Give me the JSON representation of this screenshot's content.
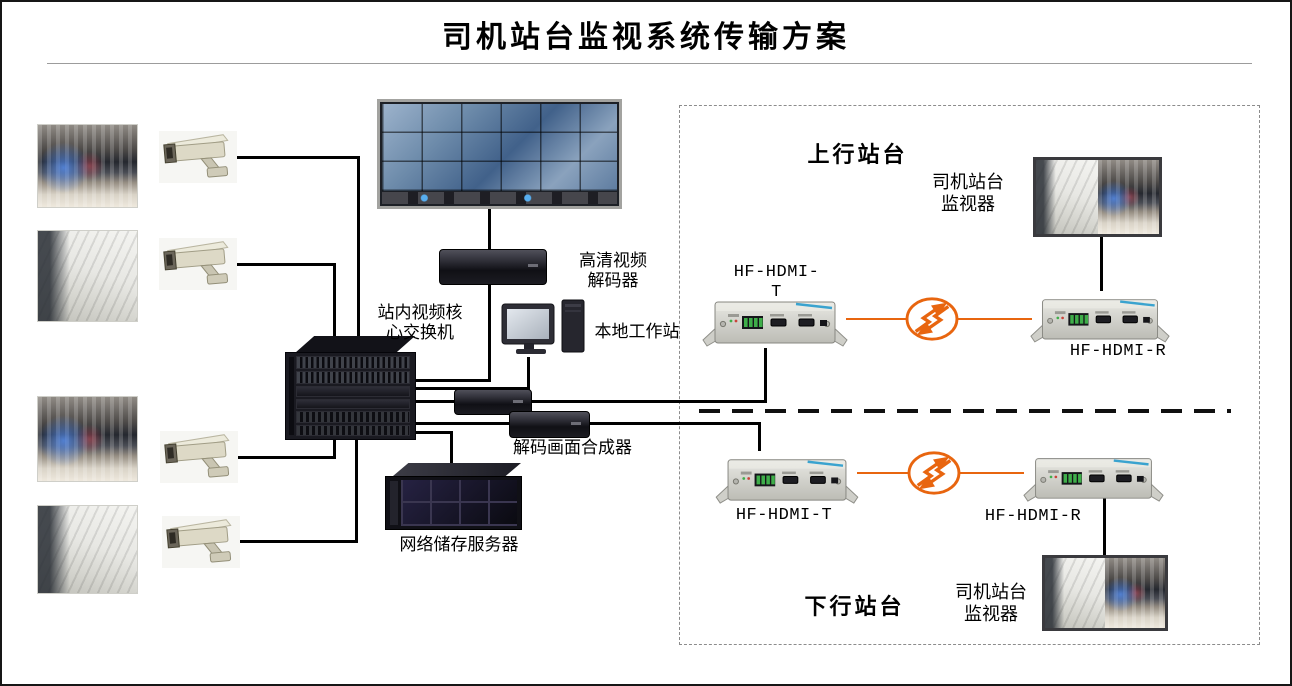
{
  "title": "司机站台监视系统传输方案",
  "station_core": {
    "decoder_label": "高清视频\n解码器",
    "workstation_label": "本地工作站",
    "switch_label": "站内视频核\n心交换机",
    "compositor_label": "解码画面合成器",
    "storage_label": "网络储存服务器"
  },
  "up_platform": {
    "section_label": "上行站台",
    "monitor_label": "司机站台\n监视器",
    "transmitter_label": "HF-HDMI-T",
    "receiver_label": "HF-HDMI-R"
  },
  "down_platform": {
    "section_label": "下行站台",
    "monitor_label": "司机站台\n监视器",
    "transmitter_label": "HF-HDMI-T",
    "receiver_label": "HF-HDMI-R"
  },
  "icons": {
    "fiber_link": "fiber-link-icon",
    "camera": "cctv-camera-icon"
  },
  "colors": {
    "fiber_link_orange": "#e8650f",
    "connection_line_black": "#000000",
    "zone_border_gray": "#8c8c8c"
  }
}
